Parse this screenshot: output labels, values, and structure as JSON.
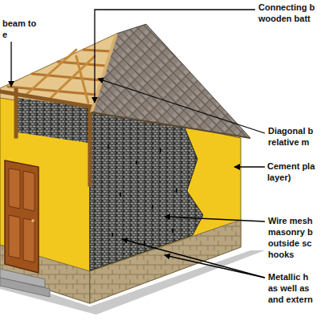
{
  "diagram": {
    "labels": [
      "beam to e",
      "Connecting b wooden batt",
      "Diagonal b relative m",
      "Cement pla layer)",
      "Wire mesh masonry b outside sc hooks",
      "Metallic h as well as and extern"
    ]
  }
}
